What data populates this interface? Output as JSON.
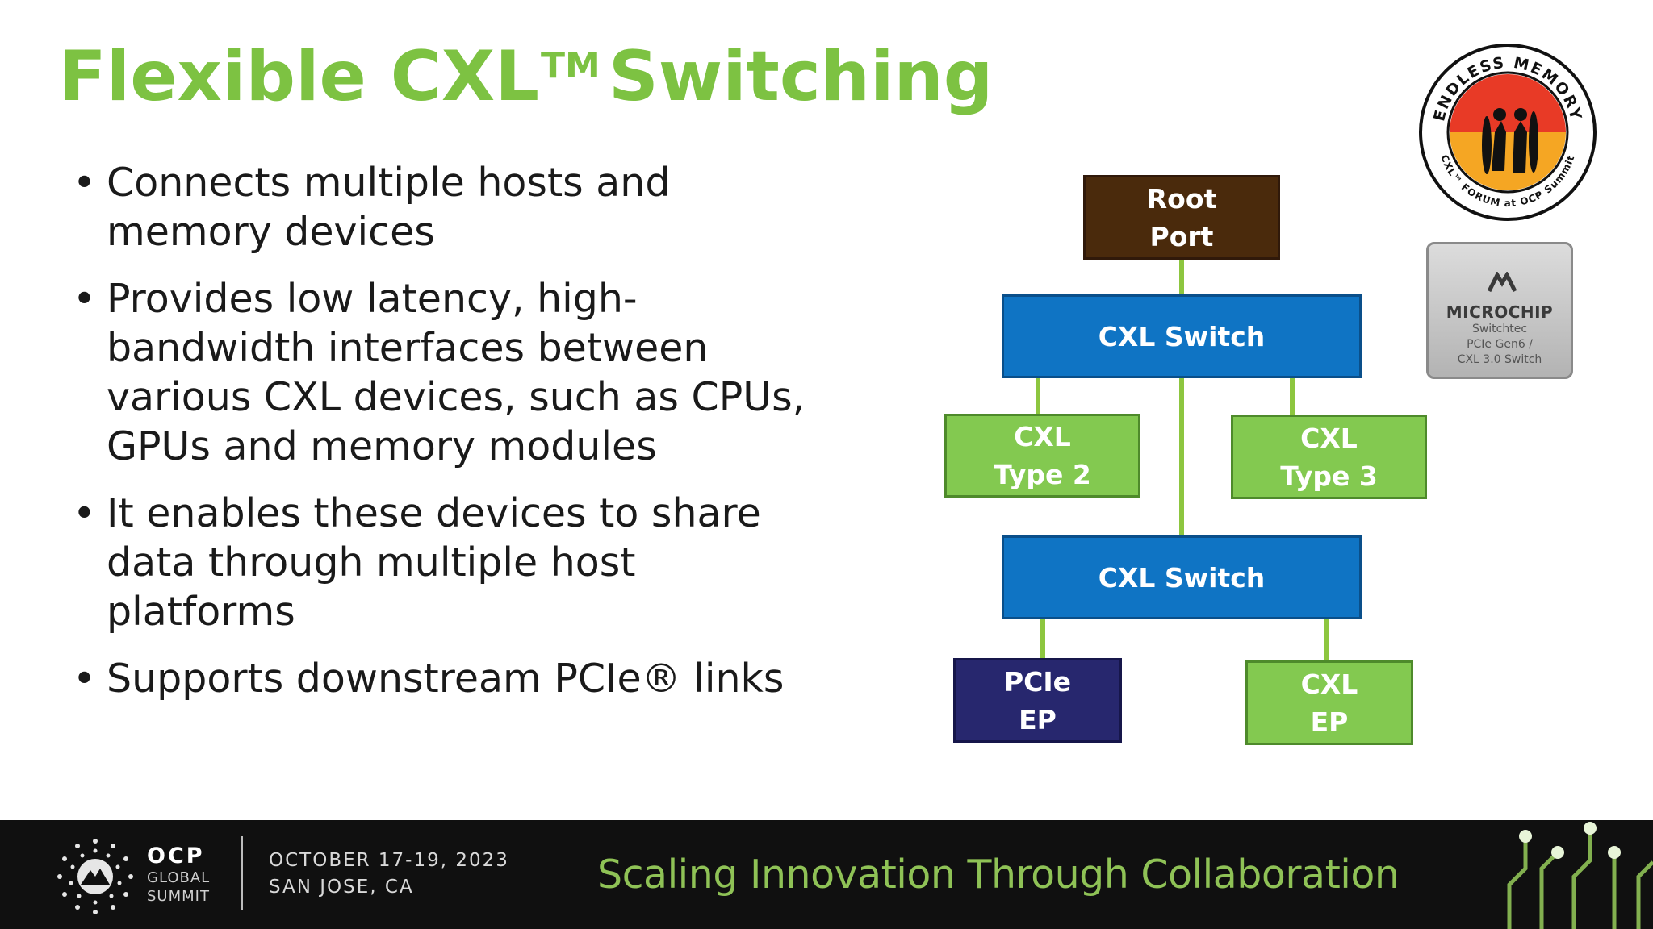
{
  "slide": {
    "title_main": "Flexible CXL",
    "title_tm": "TM",
    "title_end": "Switching",
    "bullets": [
      "Connects multiple hosts and memory devices",
      "Provides low latency, high-bandwidth interfaces between various CXL devices, such as CPUs, GPUs and memory modules",
      "It enables these devices to share data through multiple host platforms",
      "Supports downstream PCIe® links"
    ]
  },
  "diagram": {
    "root_port": "Root\nPort",
    "switch_top": "CXL Switch",
    "type2": "CXL\nType 2",
    "type3": "CXL\nType 3",
    "switch_bottom": "CXL Switch",
    "pcie_ep": "PCIe\nEP",
    "cxl_ep": "CXL\nEP"
  },
  "colors": {
    "title_green": "#7dc242",
    "root_brown": "#4a2a0c",
    "switch_blue": "#0f74c4",
    "cxl_green": "#83c950",
    "pcie_navy": "#27276e",
    "connector_green": "#8dc63f",
    "footer_bg": "#101010",
    "tagline_green": "#8fc256"
  },
  "badge": {
    "top_text": "ENDLESS MEMORY",
    "bottom_text": "CXL™ FORUM at OCP Summit"
  },
  "chip": {
    "brand": "MICROCHIP",
    "lines": [
      "Switchtec",
      "PCIe Gen6 /",
      "CXL 3.0 Switch"
    ]
  },
  "footer": {
    "org": "OCP",
    "org_sub": "GLOBAL\nSUMMIT",
    "dates": "OCTOBER 17-19, 2023",
    "location": "SAN JOSE, CA",
    "tagline": "Scaling Innovation Through Collaboration"
  }
}
